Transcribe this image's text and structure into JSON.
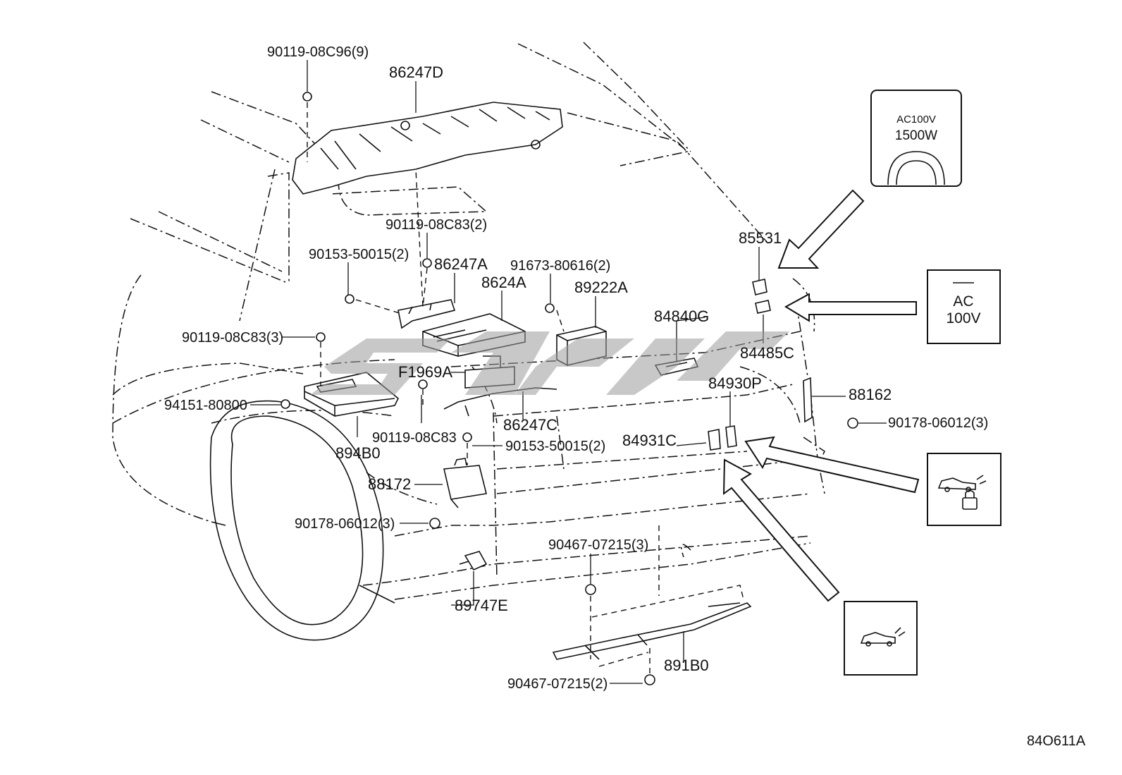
{
  "diagram_id": "84O611A",
  "labels": {
    "b90119_08c96": "90119-08C96(9)",
    "p86247d": "86247D",
    "b90119_08c83_2": "90119-08C83(2)",
    "b90153_50015_top": "90153-50015(2)",
    "p86247a": "86247A",
    "b91673_80616": "91673-80616(2)",
    "p8624a": "8624A",
    "p89222a": "89222A",
    "b90119_08c83_3": "90119-08C83(3)",
    "pf1969a": "F1969A",
    "b94151_80800": "94151-80800",
    "b90119_08c83": "90119-08C83",
    "p86247c": "86247C",
    "b90153_50015_mid": "90153-50015(2)",
    "p894b0": "894B0",
    "p88172": "88172",
    "b90178_06012_left": "90178-06012(3)",
    "p89747e": "89747E",
    "b90467_07215_3": "90467-07215(3)",
    "p891b0": "891B0",
    "b90467_07215_2": "90467-07215(2)",
    "p85531": "85531",
    "p84840g": "84840G",
    "p84485c": "84485C",
    "p84930p": "84930P",
    "p88162": "88162",
    "p84931c": "84931C",
    "b90178_06012_right": "90178-06012(3)"
  },
  "panels": {
    "outlet_1500": {
      "line1": "AC100V",
      "line2": "1500W"
    },
    "ac100v_button": {
      "line1": "AC",
      "line2": "100V"
    }
  },
  "icons": {
    "lock_door_icon": "car-lock-icon",
    "door_open_icon": "car-door-icon"
  },
  "colors": {
    "ink": "#111111",
    "watermark": "#9a9a9a",
    "background": "#ffffff"
  }
}
